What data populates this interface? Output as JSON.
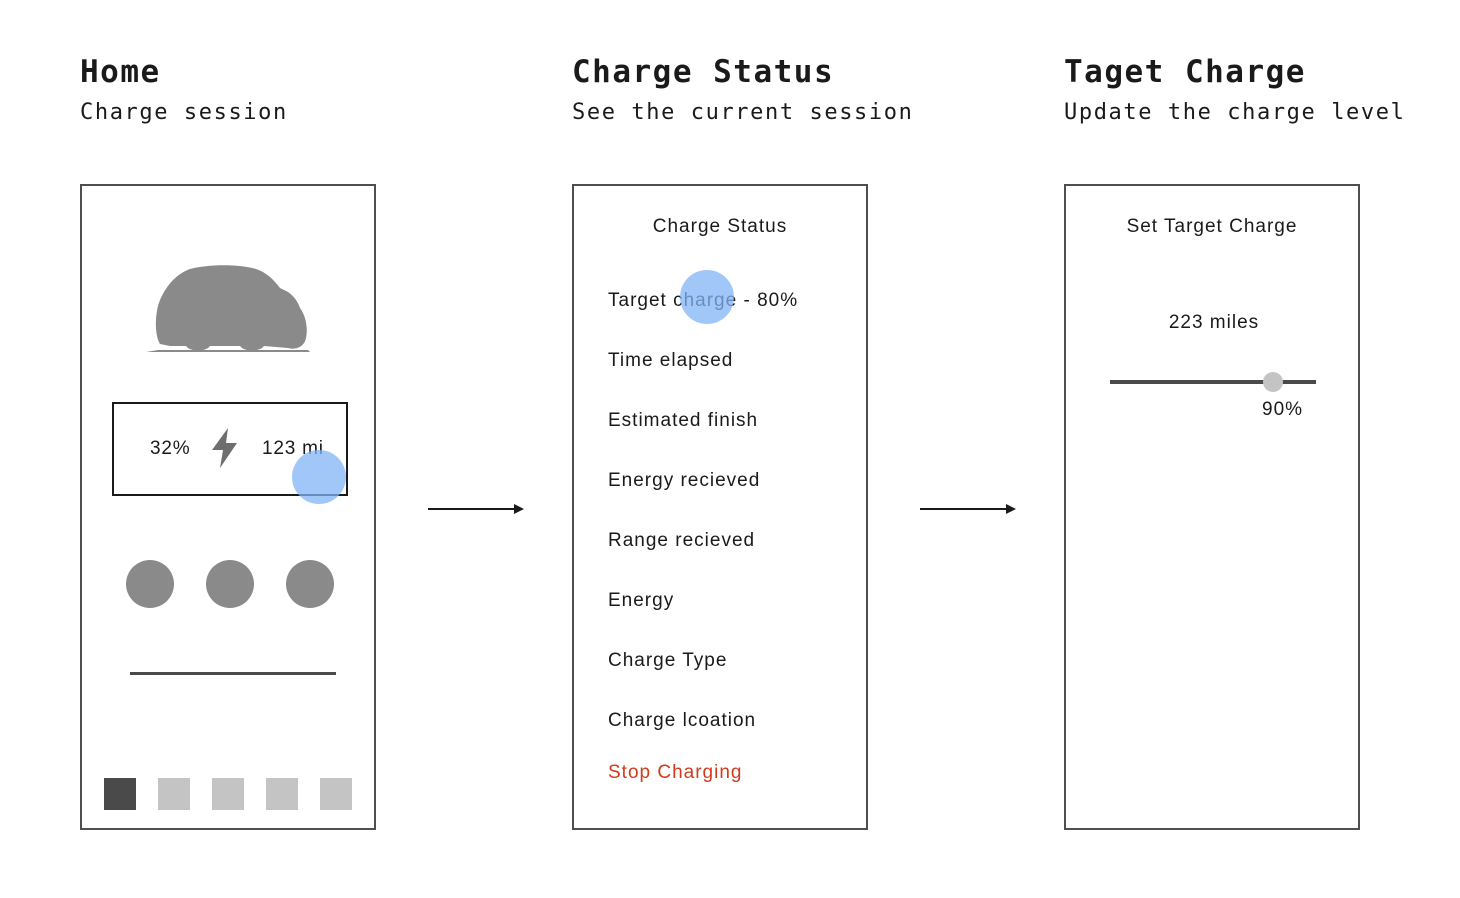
{
  "headings": [
    {
      "title": "Home",
      "subtitle": "Charge session"
    },
    {
      "title": "Charge Status",
      "subtitle": "See the current session"
    },
    {
      "title": "Taget Charge",
      "subtitle": "Update the charge level"
    }
  ],
  "home": {
    "car_icon": "car-silhouette-icon",
    "charge_percent": "32%",
    "charge_icon": "lightning-bolt-icon",
    "range": "123 mi",
    "action_count": 3,
    "nav_items": 5,
    "active_nav_index": 0
  },
  "charge_status": {
    "title": "Charge Status",
    "items": [
      "Target charge - 80%",
      "Time elapsed",
      "Estimated finish",
      "Energy recieved",
      "Range recieved",
      "Energy",
      "Charge Type",
      "Charge lcoation"
    ],
    "stop_label": "Stop Charging"
  },
  "target_charge": {
    "title": "Set Target Charge",
    "miles": "223 miles",
    "slider_value": "90%",
    "slider_fraction": 0.9
  },
  "colors": {
    "stop": "#d23a1e",
    "touch_indicator": "#82b4f6",
    "placeholder": "#8a8a8a"
  }
}
